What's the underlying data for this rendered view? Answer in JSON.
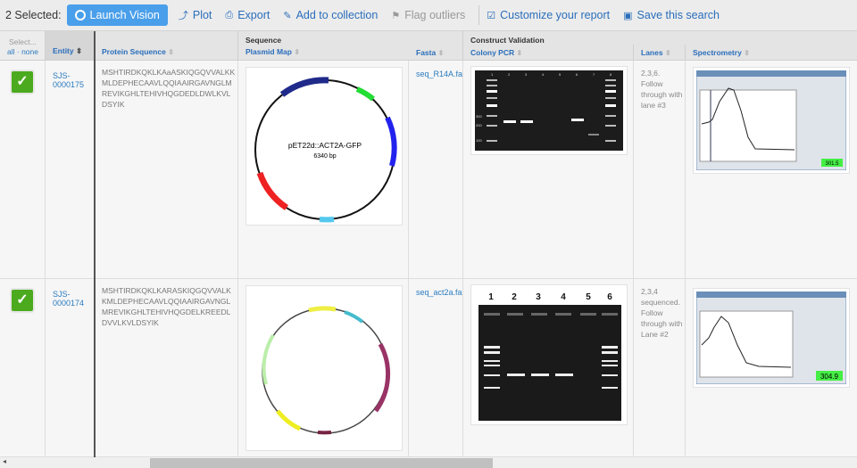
{
  "toolbar": {
    "selected": "2 Selected:",
    "launch": "Launch Vision",
    "plot": "Plot",
    "export": "Export",
    "add": "Add to collection",
    "flag": "Flag outliers",
    "customize": "Customize your report",
    "save": "Save this search"
  },
  "header": {
    "select": "Select...",
    "all": "all",
    "none": "none",
    "group_sequence": "Sequence",
    "group_validation": "Construct Validation",
    "columns": {
      "entity": "Entity",
      "protein": "Protein Sequence",
      "plasmid": "Plasmid Map",
      "fasta": "Fasta",
      "pcr": "Colony PCR",
      "lanes": "Lanes",
      "spectrometry": "Spectrometry"
    }
  },
  "rows": [
    {
      "checked": true,
      "entity": "SJS-0000175",
      "protein": "MSHTIRDKQKLKAaASKIQGQVVALKKMLDEPHECAAVLQQIAAIRGAVNGLMREVIKGHLTEHIVHQGDEDLDWLKVLDSYIK",
      "fasta": "seq_R14A.fa",
      "plasmid_name": "pET22d::ACT2A-GFP",
      "plasmid_size": "6340 bp",
      "lanes": "2,3,6. Follow through with lane #3",
      "gel_lanes": [
        "1",
        "2",
        "3",
        "4",
        "5",
        "6",
        "7",
        "8"
      ],
      "gel_markers": [
        "300",
        "200",
        "100"
      ],
      "spec_value": "301.5"
    },
    {
      "checked": true,
      "entity": "SJS-0000174",
      "protein": "MSHTIRDKQKLKARASKIQGQVVALKKMLDEPHECAAVLQQIAAIRGAVNGLMREVIKGHLTEHIVHQGDELKREEDLDVVLKVLDSYIK",
      "fasta": "seq_act2a.fa",
      "lanes": "2,3,4 sequenced. Follow through with Lane #2",
      "gel_lanes": [
        "1",
        "2",
        "3",
        "4",
        "5",
        "6"
      ],
      "spec_value": "304.9"
    }
  ],
  "colors": {
    "accent": "#4a9fea",
    "link": "#2a6ebb",
    "check": "#4caa1e"
  }
}
